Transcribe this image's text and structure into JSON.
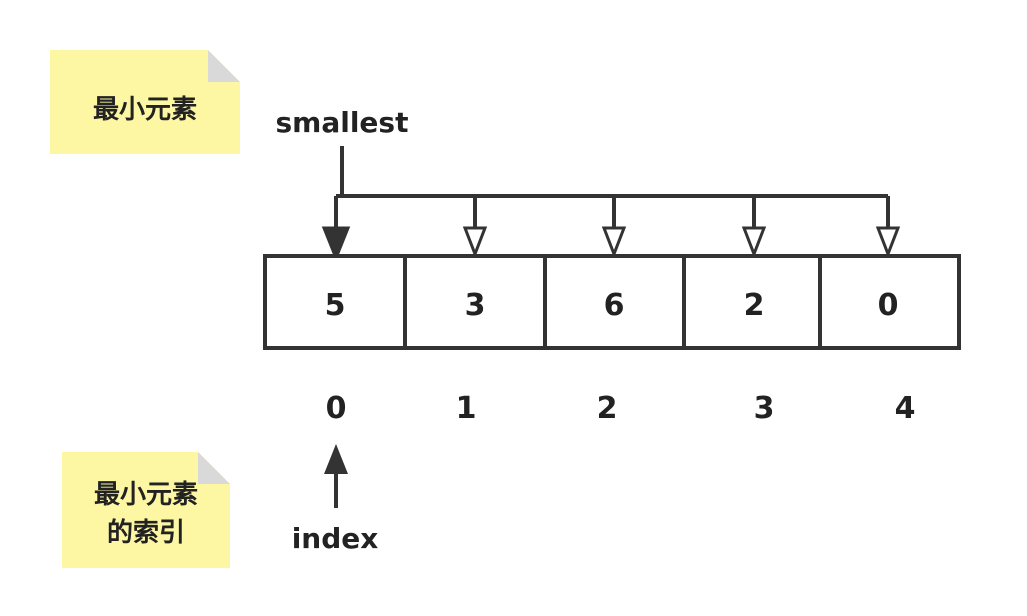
{
  "notes": {
    "min_element": "最小元素",
    "min_index_line1": "最小元素",
    "min_index_line2": "的索引"
  },
  "pointers": {
    "smallest": "smallest",
    "index": "index"
  },
  "array": {
    "values": [
      "5",
      "3",
      "6",
      "2",
      "0"
    ],
    "indices": [
      "0",
      "1",
      "2",
      "3",
      "4"
    ]
  },
  "colors": {
    "note_fill": "#fdf6a3",
    "note_fold": "#d9d9d9",
    "line": "#333333",
    "text": "#222222"
  }
}
